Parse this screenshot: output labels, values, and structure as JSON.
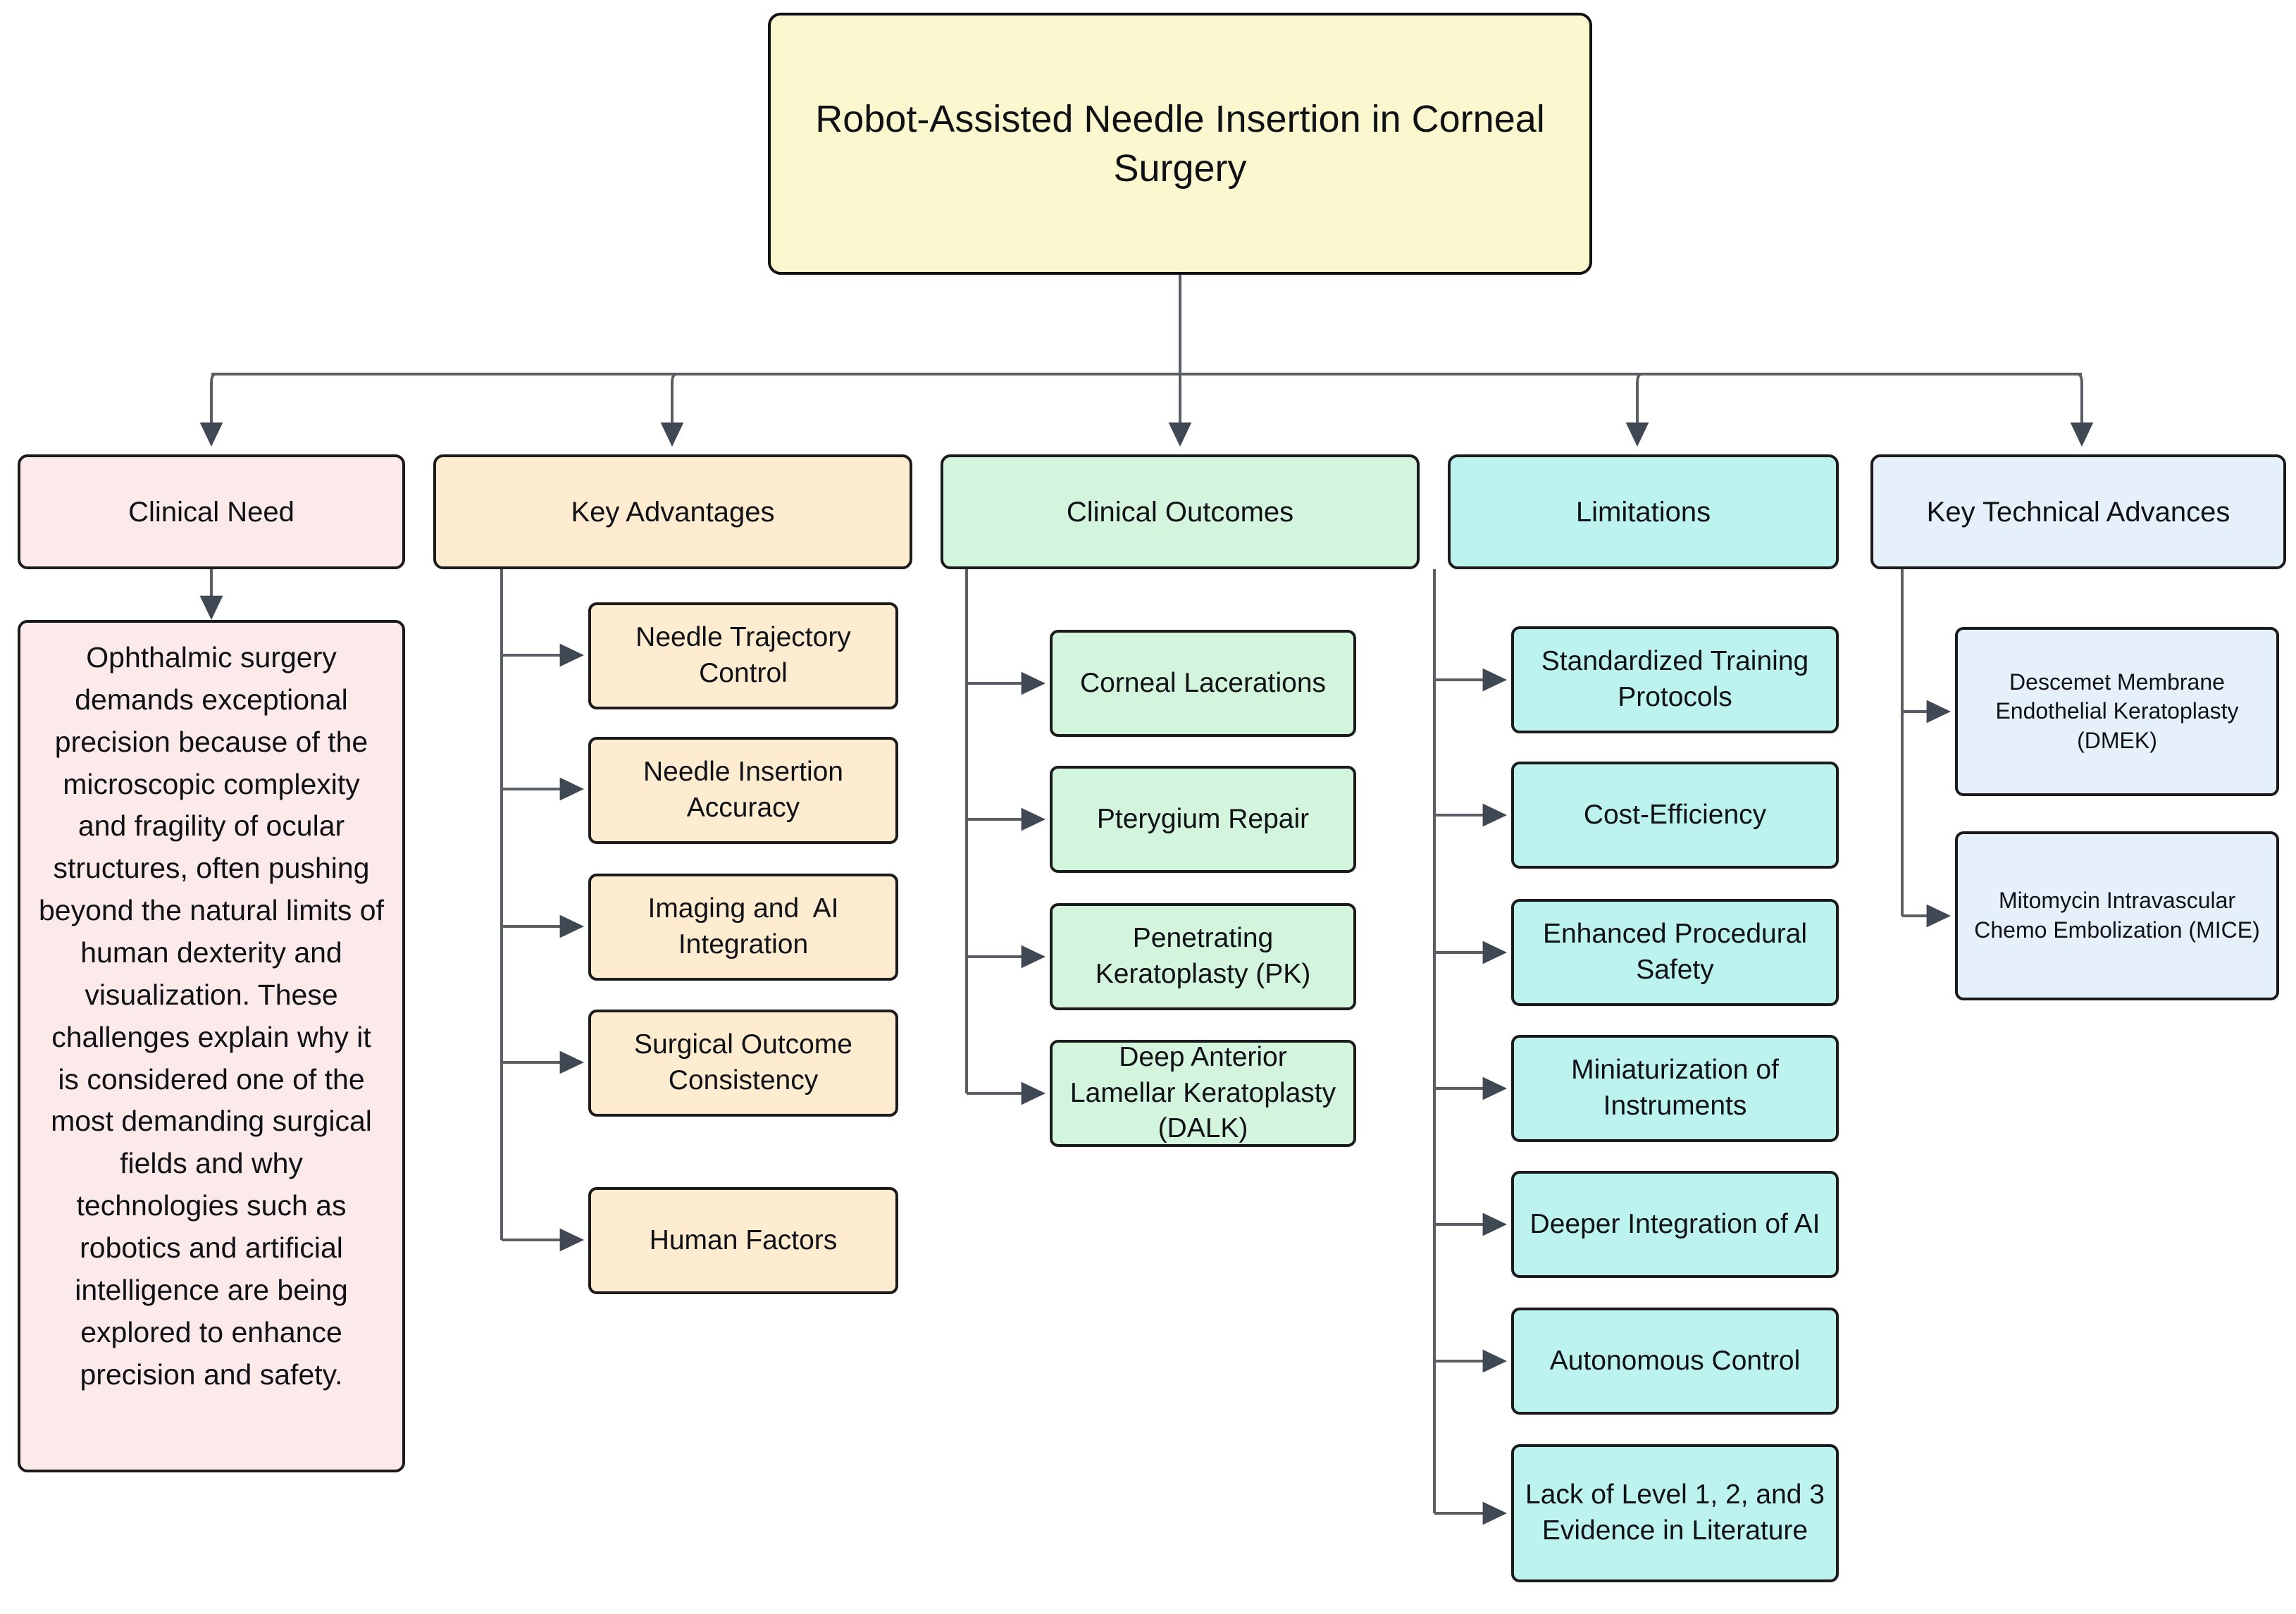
{
  "diagram": {
    "type": "hierarchy-flowchart",
    "root": {
      "label": "Robot-Assisted Needle Insertion in Corneal Surgery"
    },
    "branches": [
      {
        "id": "clinical-need",
        "label": "Clinical Need",
        "color": "#fce9e9",
        "children": [
          {
            "label": "Ophthalmic surgery demands exceptional precision because of the microscopic complexity and fragility of ocular structures, often pushing beyond the natural limits of human dexterity and visualization. These challenges explain why it is considered one of the most demanding surgical fields and why technologies such as robotics and artificial intelligence are being explored to enhance precision and safety."
          }
        ]
      },
      {
        "id": "key-advantages",
        "label": "Key Advantages",
        "color": "#fdecd0",
        "children": [
          {
            "label": "Needle Trajectory Control"
          },
          {
            "label": "Needle Insertion Accuracy"
          },
          {
            "label": "Imaging and  AI Integration"
          },
          {
            "label": "Surgical Outcome Consistency"
          },
          {
            "label": "Human Factors"
          }
        ]
      },
      {
        "id": "clinical-outcomes",
        "label": "Clinical Outcomes",
        "color": "#d4f5dd",
        "children": [
          {
            "label": "Corneal Lacerations"
          },
          {
            "label": "Pterygium Repair"
          },
          {
            "label": "Penetrating Keratoplasty (PK)"
          },
          {
            "label": "Deep Anterior Lamellar Keratoplasty (DALK)"
          }
        ]
      },
      {
        "id": "limitations",
        "label": "Limitations",
        "color": "#bdf3ee",
        "children": [
          {
            "label": "Standardized Training Protocols"
          },
          {
            "label": "Cost-Efficiency"
          },
          {
            "label": "Enhanced Procedural Safety"
          },
          {
            "label": "Miniaturization of Instruments"
          },
          {
            "label": "Deeper Integration of AI"
          },
          {
            "label": "Autonomous Control"
          },
          {
            "label": "Lack of Level 1, 2, and 3 Evidence in Literature"
          }
        ]
      },
      {
        "id": "key-technical-advances",
        "label": "Key Technical Advances",
        "color": "#e6f0fb",
        "children": [
          {
            "label": "Descemet Membrane Endothelial Keratoplasty (DMEK)"
          },
          {
            "label": "Mitomycin Intravascular Chemo Embolization (MICE)"
          }
        ]
      }
    ],
    "colors": {
      "root_fill": "#fbf8cf",
      "border": "#1b1b1b",
      "connector": "#5a5f66",
      "arrowhead": "#404853",
      "background": "#ffffff"
    }
  }
}
